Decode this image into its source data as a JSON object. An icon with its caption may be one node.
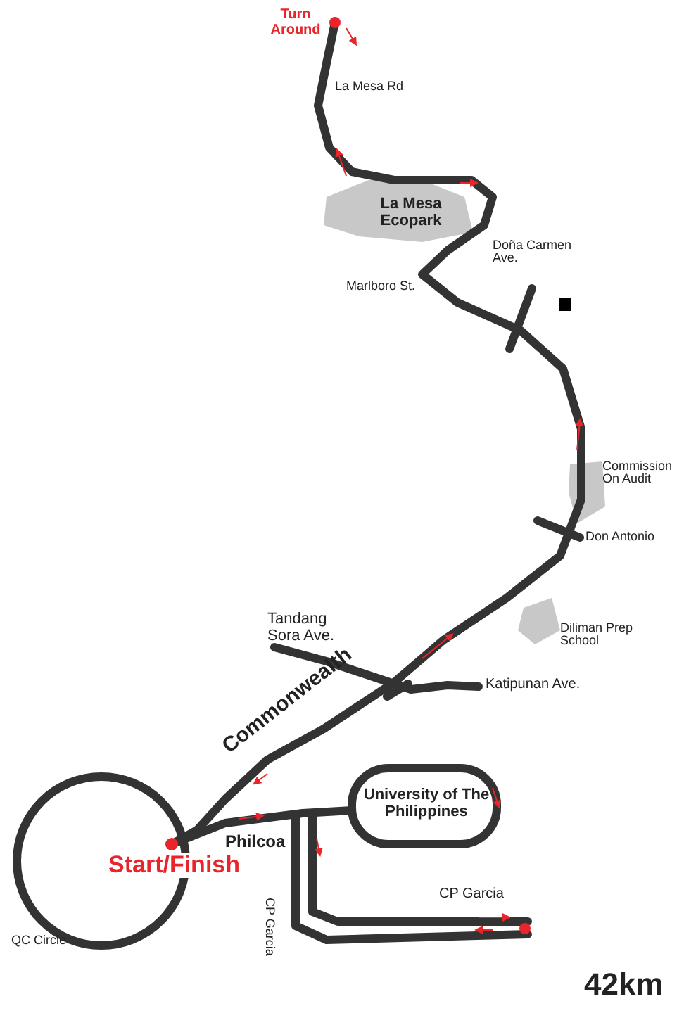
{
  "diagram": {
    "labels": [
      "Turn Around",
      "La Mesa Rd",
      "La Mesa Ecopark",
      "Marlboro St.",
      "Doña Carmen Ave.",
      "Commission On Audit",
      "Don Antonio",
      "Diliman Prep School",
      "Tandang Sora Ave.",
      "Katipunan Ave.",
      "Commonwealth",
      "University of The Philippines",
      "Philcoa",
      "CP Garcia",
      "Start/Finish",
      "CP Garcia",
      "QC Circle",
      "42km"
    ]
  }
}
